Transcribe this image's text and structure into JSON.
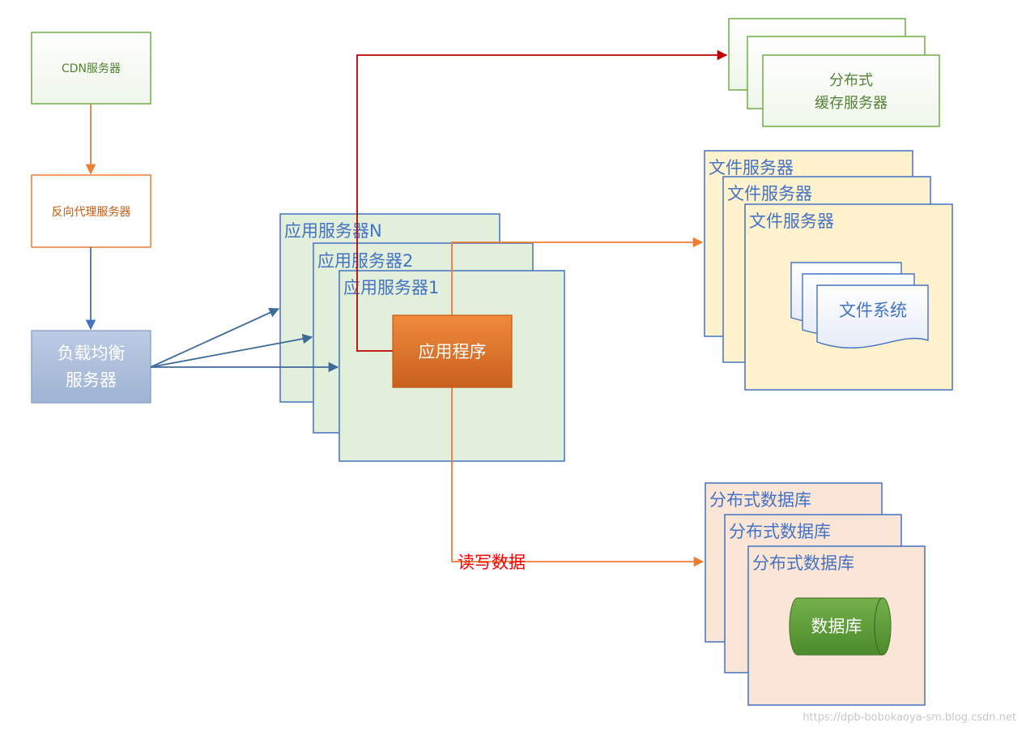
{
  "nodes": {
    "cdn": "CDN服务器",
    "reverse_proxy": "反向代理服务器",
    "load_balancer_line1": "负载均衡",
    "load_balancer_line2": "服务器",
    "app_server_n": "应用服务器N",
    "app_server_2": "应用服务器2",
    "app_server_1": "应用服务器1",
    "application": "应用程序",
    "cache_line1": "分布式",
    "cache_line2": "缓存服务器",
    "file_server_back": "文件服务器",
    "file_server_mid": "文件服务器",
    "file_server_front": "文件服务器",
    "file_system": "文件系统",
    "db_back": "分布式数据库",
    "db_mid": "分布式数据库",
    "db_front": "分布式数据库",
    "database": "数据库"
  },
  "edges": {
    "read_write": "读写数据"
  },
  "watermark": "https://dpb-bobokaoya-sm.blog.csdn.net",
  "colors": {
    "green_border": "#70ad47",
    "green_text": "#548235",
    "orange_border": "#ed7d31",
    "orange_text": "#c55a11",
    "blue_border": "#4472c4",
    "blue_text": "#4472c4",
    "lb_fill": "#b4c7e7",
    "app_fill": "#e2efda",
    "app_program_fill": "#e07028",
    "file_fill": "#fff2cc",
    "db_fill": "#fbe5d6",
    "red_line": "#c00000",
    "red_text": "#ff0000",
    "db_cyl": "#5a9a3a"
  }
}
